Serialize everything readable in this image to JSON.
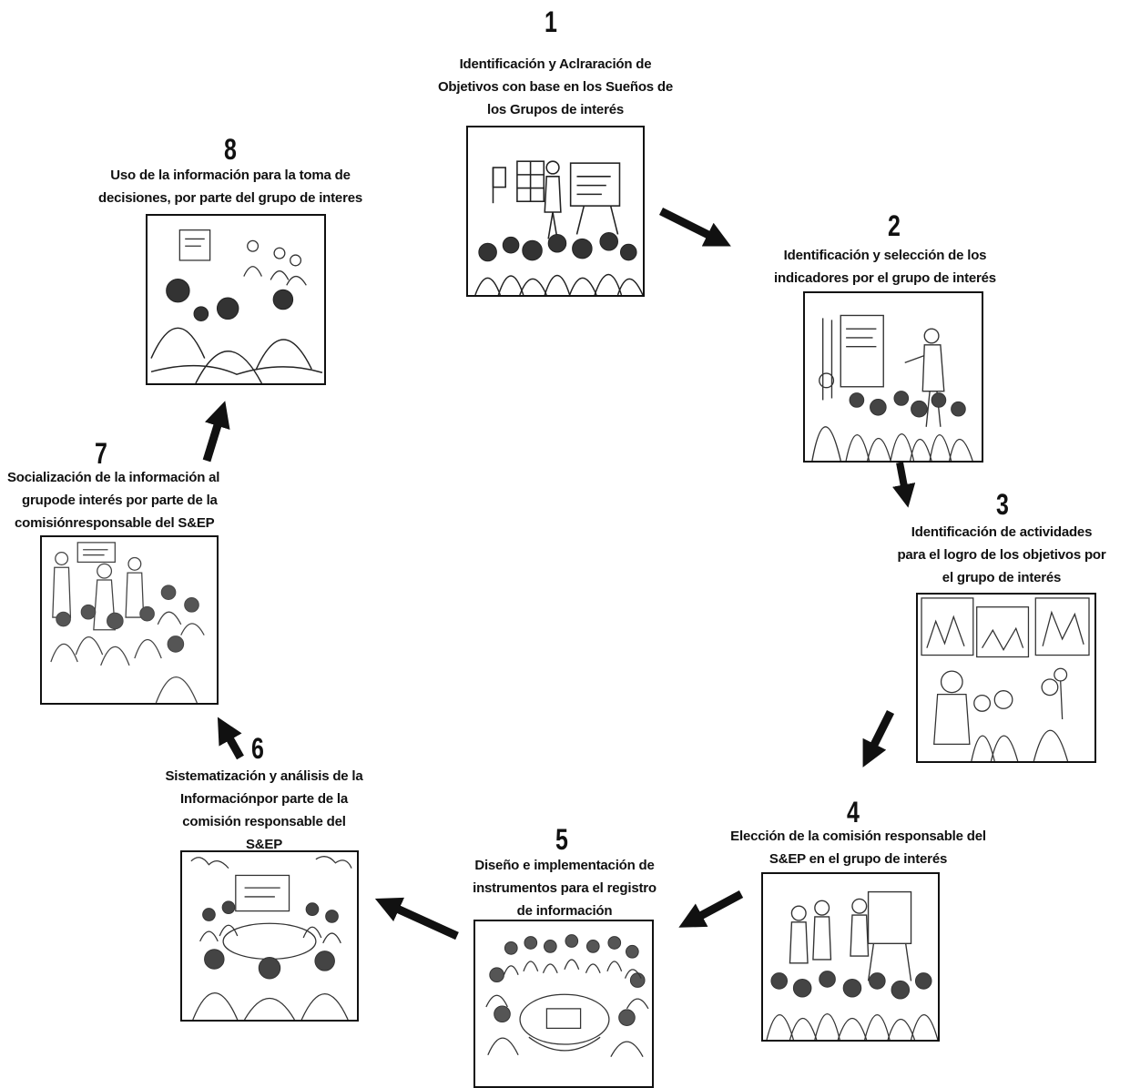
{
  "steps": [
    {
      "number": "1",
      "lines": [
        "Identificación y Aclraración de",
        "Objetivos con base en los Sueños de",
        "los Grupos de interés"
      ]
    },
    {
      "number": "2",
      "lines": [
        "Identificación y selección de los",
        "indicadores por el grupo de interés"
      ]
    },
    {
      "number": "3",
      "lines": [
        "Identificación de actividades",
        "para el logro de los objetivos por",
        "el grupo de interés"
      ]
    },
    {
      "number": "4",
      "lines": [
        "Elección de la comisión responsable del",
        "S&EP en el grupo de interés"
      ]
    },
    {
      "number": "5",
      "lines": [
        "Diseño e implementación de",
        "instrumentos para el registro",
        "de información"
      ]
    },
    {
      "number": "6",
      "lines": [
        "Sistematización y análisis de la",
        "Informaciónpor parte de la",
        "comisión responsable del",
        "S&EP"
      ]
    },
    {
      "number": "7",
      "lines": [
        "Socialización de la información al",
        "grupode interés por parte de la",
        "comisiónresponsable del S&EP"
      ]
    },
    {
      "number": "8",
      "lines": [
        "Uso de la información para la toma de",
        "decisiones, por parte del grupo de interes"
      ]
    }
  ],
  "illustrations": [
    "step-1-illustration",
    "step-2-illustration",
    "step-3-illustration",
    "step-4-illustration",
    "step-5-illustration",
    "step-6-illustration",
    "step-7-illustration",
    "step-8-illustration"
  ],
  "arrow_color": "#111111"
}
